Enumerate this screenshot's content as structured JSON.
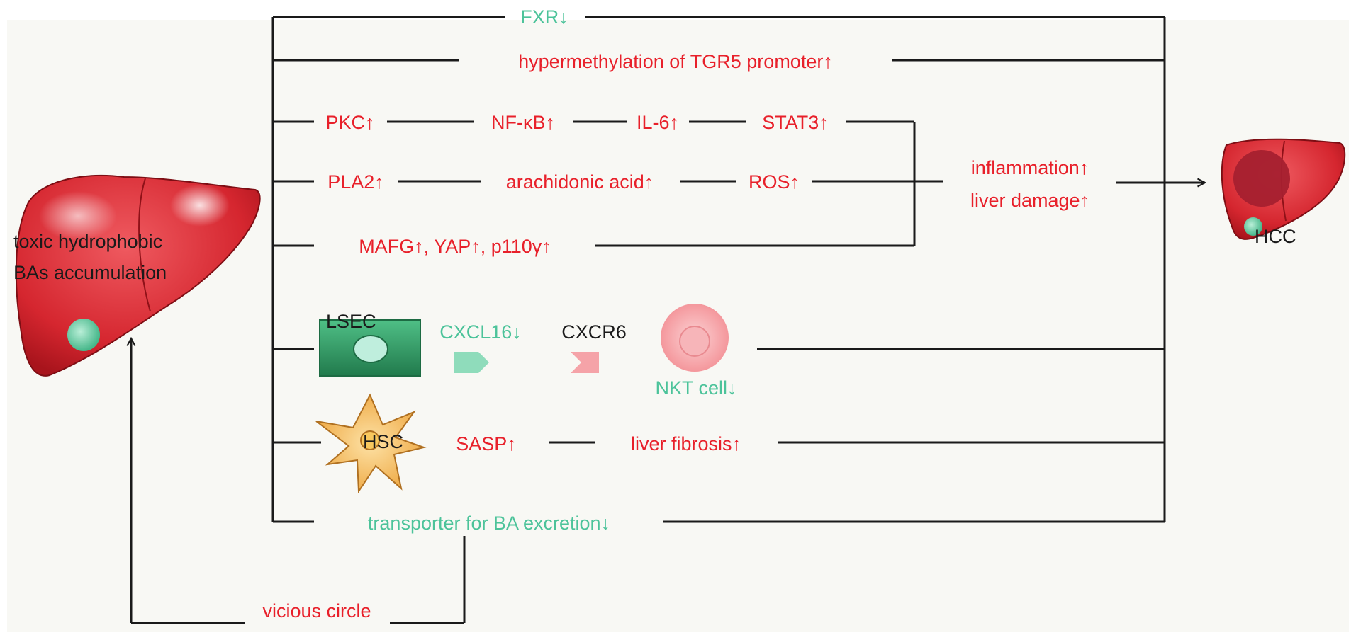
{
  "colors": {
    "up_red": "#e8202a",
    "down_green": "#4cc39a",
    "text_black": "#1a1a1a",
    "liver_red": "#d5262f",
    "lsec_green": "#2e9a63",
    "hsc_orange": "#f2b34a",
    "nkt_pink": "#f7a9ad",
    "background": "#f8f8f4"
  },
  "left_liver": {
    "label_line1": "toxic hydrophobic",
    "label_line2": "BAs accumulation"
  },
  "right_liver": {
    "label": "HCC"
  },
  "pathways": {
    "fxr": "FXR↓",
    "tgr5": "hypermethylation of TGR5 promoter↑",
    "row_pkc": [
      "PKC↑",
      "NF-κB↑",
      "IL-6↑",
      "STAT3↑"
    ],
    "row_pla2": [
      "PLA2↑",
      "arachidonic acid↑",
      "ROS↑"
    ],
    "row_mafg": "MAFG↑, YAP↑, p110γ↑",
    "outcome_line1": "inflammation↑",
    "outcome_line2": "liver damage↑",
    "lsec": "LSEC",
    "cxcl16": "CXCL16↓",
    "cxcr6": "CXCR6",
    "nkt": "NKT cell↓",
    "hsc": "HSC",
    "sasp": "SASP↑",
    "fibrosis": "liver fibrosis↑",
    "transporter": "transporter for BA excretion↓",
    "vicious": "vicious circle"
  }
}
